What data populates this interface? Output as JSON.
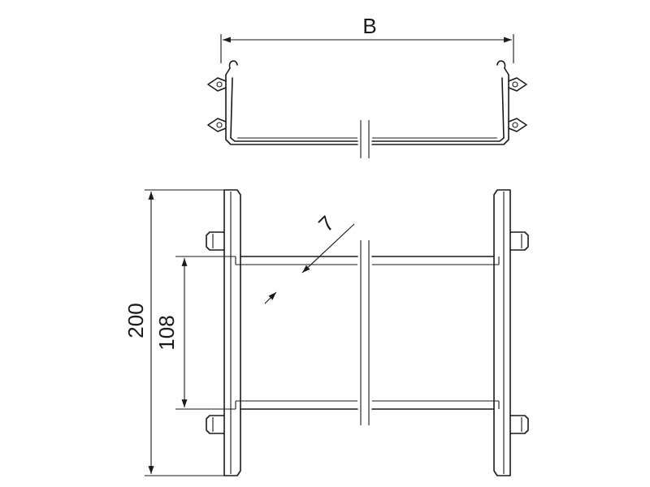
{
  "drawing": {
    "dimensions": {
      "width_label": "B",
      "total_height": "200",
      "inner_height": "108",
      "slot_width": "7"
    }
  }
}
